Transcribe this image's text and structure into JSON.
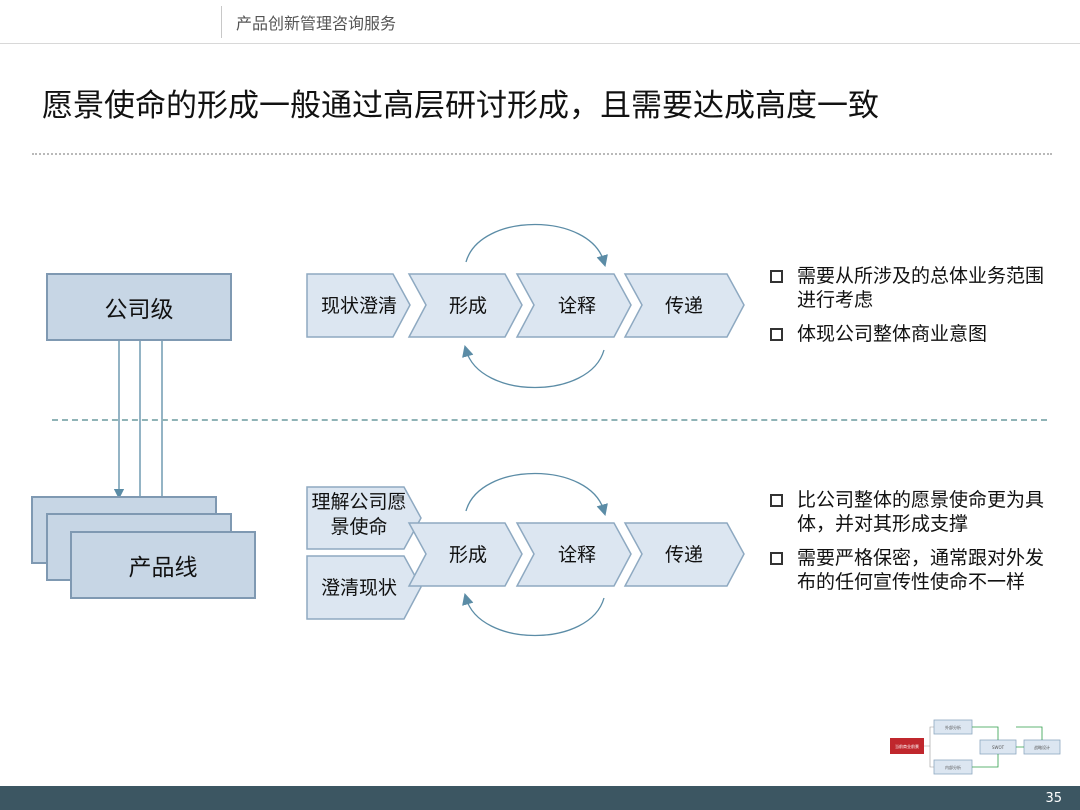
{
  "header": {
    "title": "产品创新管理咨询服务"
  },
  "slide_title": "愿景使命的形成一般通过高层研讨形成，且需要达成高度一致",
  "top": {
    "level_label": "公司级",
    "process": [
      "现状澄清",
      "形成",
      "诠释",
      "传递"
    ],
    "bullets": [
      "需要从所涉及的总体业务范围进行考虑",
      "体现公司整体商业意图"
    ]
  },
  "bottom": {
    "level_label": "产品线",
    "inputs": [
      "理解公司愿景使命",
      "澄清现状"
    ],
    "process": [
      "形成",
      "诠释",
      "传递"
    ],
    "bullets": [
      "比公司整体的愿景使命更为具体，并对其形成支撑",
      "需要严格保密，通常跟对外发布的任何宣传性使命不一样"
    ]
  },
  "thumbnail": {
    "items": [
      "外部分析",
      "内部分析",
      "SWOT",
      "战略设计",
      "当前商业前景"
    ],
    "highlight_color": "#c0272d"
  },
  "footer": {
    "page_number": "35"
  },
  "colors": {
    "box_fill": "#c7d6e5",
    "box_border": "#7f99b2",
    "chevron_fill": "#dce6f1",
    "chevron_border": "#8ea9c1",
    "arrow": "#5b8ca6",
    "footer": "#3c5662"
  }
}
